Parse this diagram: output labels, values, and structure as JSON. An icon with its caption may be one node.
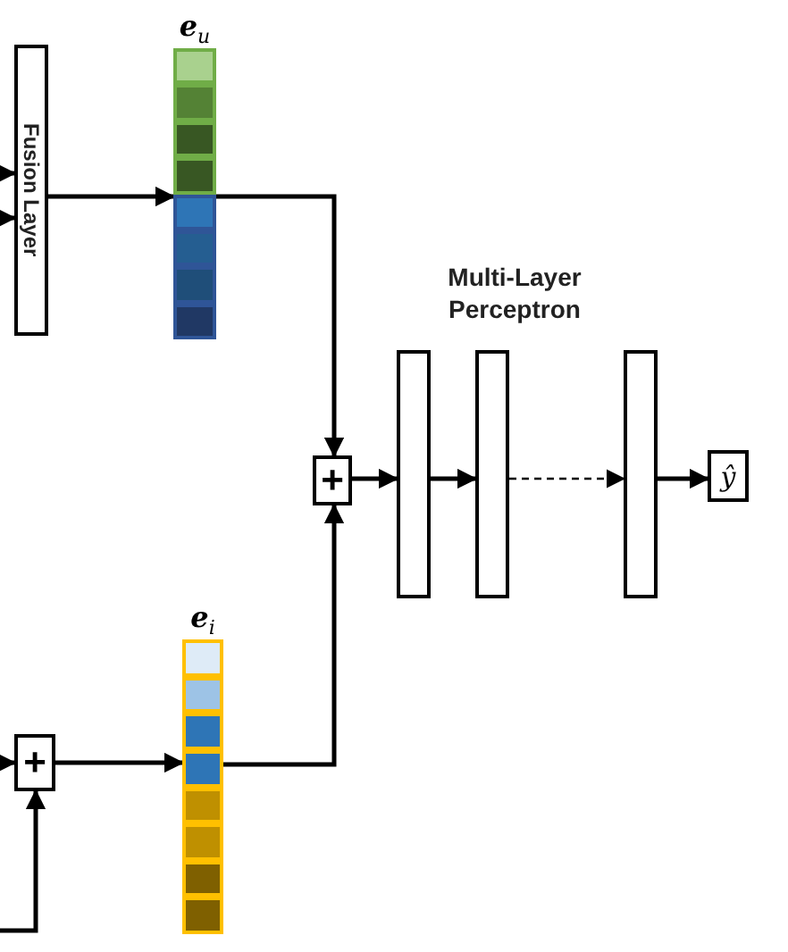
{
  "diagram": {
    "nodes": [
      {
        "text": [
          "Fusion Layer"
        ]
      },
      {
        "text": [
          "e$_{u}$"
        ]
      },
      {
        "text": [
          "+"
        ]
      },
      {
        "text": [],
        "shape": "box"
      },
      {
        "text": [],
        "shape": "box"
      },
      {
        "text": [],
        "shape": "box"
      },
      {
        "text": [
          "ŷ"
        ]
      },
      {
        "text": [
          "+"
        ]
      },
      {
        "text": [
          "e$_{i}$"
        ]
      }
    ],
    "edges": [
      {
        "from": null,
        "to": 0,
        "arrow": "to"
      },
      {
        "from": null,
        "to": 0,
        "arrow": "to"
      },
      {
        "from": 0,
        "to": 1,
        "arrow": "to"
      },
      {
        "from": 1,
        "to": 2,
        "arrow": "to"
      },
      {
        "from": 8,
        "to": 2,
        "arrow": "to"
      },
      {
        "from": 2,
        "to": 3,
        "arrow": "to"
      },
      {
        "from": 3,
        "to": 4,
        "arrow": "to"
      },
      {
        "from": 4,
        "to": 5,
        "arrow": "to",
        "style": "dashed"
      },
      {
        "from": 5,
        "to": 6,
        "arrow": "to"
      },
      {
        "from": null,
        "to": 7,
        "arrow": "to"
      },
      {
        "from": null,
        "to": 7,
        "arrow": "to"
      },
      {
        "from": 7,
        "to": 8,
        "arrow": "to"
      }
    ],
    "labels": [
      "Multi-Layer Perceptron"
    ]
  }
}
